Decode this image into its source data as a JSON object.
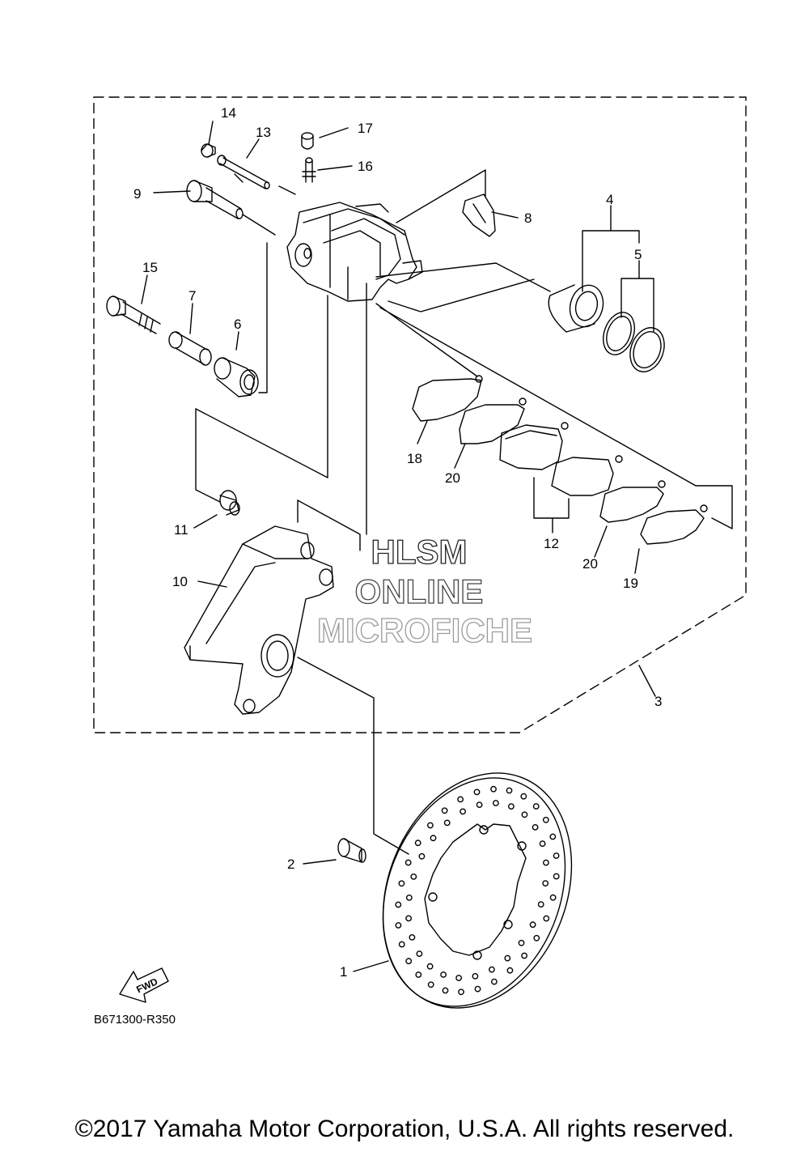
{
  "callouts": {
    "c1": "1",
    "c2": "2",
    "c3": "3",
    "c4": "4",
    "c5": "5",
    "c6": "6",
    "c7": "7",
    "c8": "8",
    "c9": "9",
    "c10": "10",
    "c11": "11",
    "c12": "12",
    "c13": "13",
    "c14": "14",
    "c15": "15",
    "c16": "16",
    "c17": "17",
    "c18": "18",
    "c19": "19",
    "c20a": "20",
    "c20b": "20"
  },
  "watermark": {
    "line1": "HLSM",
    "line2": "ONLINE",
    "line3": "MICROFICHE"
  },
  "fwd_label": "FWD",
  "diagram_code": "B671300-R350",
  "copyright": "©2017 Yamaha Motor Corporation, U.S.A. All rights reserved."
}
